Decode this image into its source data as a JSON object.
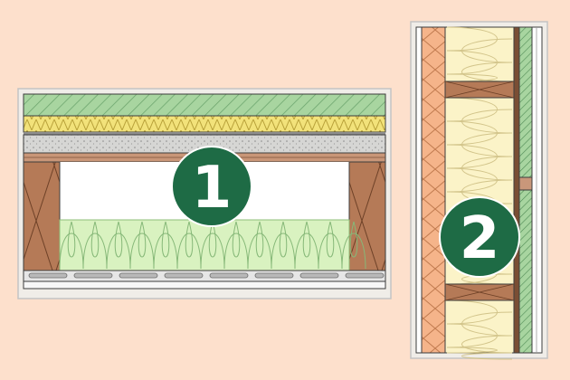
{
  "diagram": {
    "sections": [
      {
        "id": "floor-section",
        "badge": "1"
      },
      {
        "id": "wall-section",
        "badge": "2"
      }
    ]
  },
  "colors": {
    "background": "#fde0cc",
    "panel_background": "#f0ede8",
    "panel_border": "#c4c4c4",
    "badge_fill": "#1e6b45",
    "floor_finish_green": "#a8d5a0",
    "soundproofing_yellow": "#f2e27a",
    "screed_grey": "#d6d6d4",
    "timber_joist": "#b57a57",
    "insulation_green": "#d9f2c0",
    "wall_insulation_cream": "#fbf3c8",
    "osb_orange": "#f5b48a",
    "ceiling_board": "#e6e6e6"
  }
}
